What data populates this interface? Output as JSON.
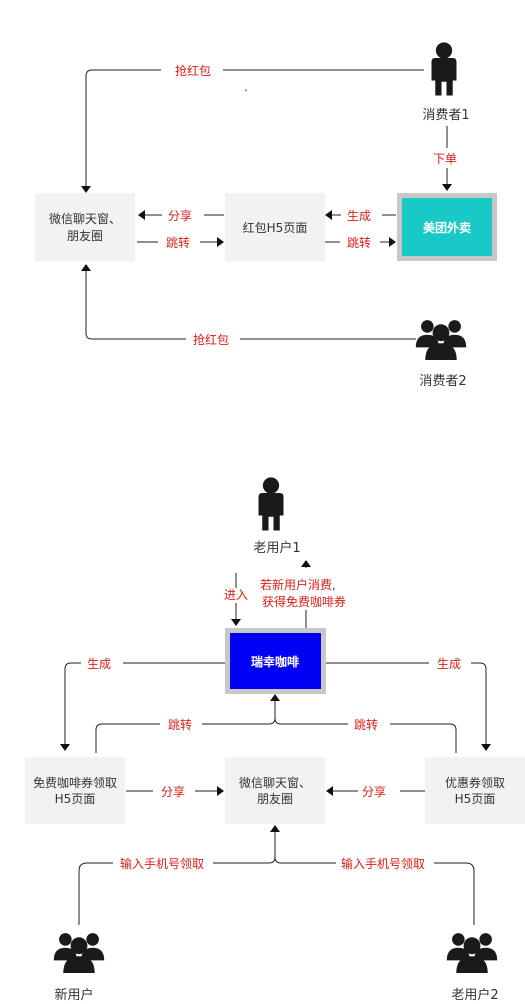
{
  "colors": {
    "node_fill": "#f2f2f2",
    "brand_teal": "#19c9c8",
    "brand_blue": "#0000f5",
    "brand_border": "#c8c8c8",
    "label_red": "#d9201a",
    "line": "#222222"
  },
  "diagram1": {
    "nodes": {
      "wechat": [
        "微信聊天窗、",
        "朋友圈"
      ],
      "hongbao": "红包H5页面",
      "meituan": "美团外卖"
    },
    "people": {
      "consumer1": "消费者1",
      "consumer2": "消费者2"
    },
    "labels": {
      "grab_top": "抢红包",
      "order": "下单",
      "share": "分享",
      "jump_left": "跳转",
      "generate": "生成",
      "jump_right": "跳转",
      "grab_bottom": "抢红包"
    },
    "stray_mark": "."
  },
  "diagram2": {
    "nodes": {
      "luckin": "瑞幸咖啡",
      "coffee_page": [
        "免费咖啡券领取",
        "H5页面"
      ],
      "wechat": [
        "微信聊天窗、",
        "朋友圈"
      ],
      "coupon_page": [
        "优惠券领取",
        "H5页面"
      ]
    },
    "people": {
      "old_user1": "老用户1",
      "new_user": "新用户",
      "old_user2": "老用户2"
    },
    "labels": {
      "enter": "进入",
      "new_user_note": [
        "若新用户消费,",
        "获得免费咖啡券"
      ],
      "generate_left": "生成",
      "generate_right": "生成",
      "jump_left": "跳转",
      "jump_right": "跳转",
      "share_left": "分享",
      "share_right": "分享",
      "input_left": "输入手机号领取",
      "input_right": "输入手机号领取"
    }
  },
  "icons": [
    "single-person-icon",
    "group-people-icon"
  ]
}
